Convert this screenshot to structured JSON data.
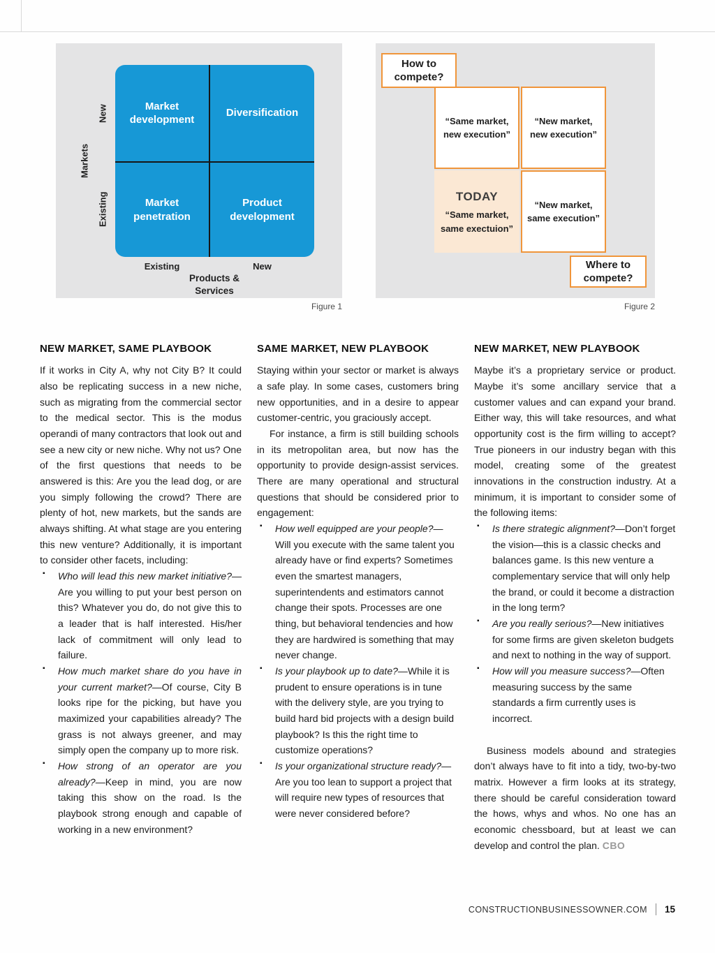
{
  "page": {
    "bullet_glyph": "▪",
    "footer": {
      "site": "CONSTRUCTIONBUSINESSOWNER.COM",
      "page_number": "15"
    }
  },
  "figure1": {
    "caption": "Figure 1",
    "quadrants": {
      "top_left": "Market development",
      "top_right": "Diversification",
      "bottom_left": "Market penetration",
      "bottom_right": "Product development"
    },
    "axis": {
      "y_title": "Markets",
      "y_top": "New",
      "y_bottom": "Existing",
      "x_left": "Existing",
      "x_right": "New",
      "x_title": "Products & Services"
    },
    "colors": {
      "matrix_blue": "#1798d6",
      "panel_gray": "#e4e4e5"
    }
  },
  "figure2": {
    "caption": "Figure 2",
    "how_to_label": "How to compete?",
    "where_to_label": "Where to compete?",
    "cells": {
      "top_left": "“Same market,\nnew execution”",
      "top_right": "“New market,\nnew execution”",
      "bottom_left_title": "TODAY",
      "bottom_left": "“Same market,\nsame exectuion”",
      "bottom_right": "“New market,\nsame execution”"
    },
    "colors": {
      "accent_orange": "#f0953a",
      "today_fill": "#fbe8d4"
    }
  },
  "columns": [
    {
      "heading": "NEW MARKET, SAME PLAYBOOK",
      "paragraphs": [
        "If it works in City A, why not City B? It could also be replicating success in a new niche, such as migrating from the commercial sector to the medical sector. This is the modus operandi of many contractors that look out and see a new city or new niche. Why not us? One of the first questions that needs to be answered is this: Are you the lead dog, or are you simply following the crowd? There are plenty of hot, new markets, but the sands are always shifting. At what stage are you entering this new venture? Additionally, it is important to consider other facets, including:"
      ],
      "bullets": [
        {
          "q": "Who will lead this new market initiative?",
          "rest": "—Are you willing to put your best person on this? Whatever you do, do not give this to a leader that is half interested. His/her lack of commitment will only lead to failure."
        },
        {
          "q": "How much market share do you have in your current market?",
          "rest": "—Of course, City B looks ripe for the picking, but have you maximized your capabilities already? The grass is not always greener, and may simply open the company up to more risk."
        },
        {
          "q": "How strong of an operator are you already?",
          "rest": "—Keep in mind, you are now taking this show on the road. Is the playbook strong enough and capable of working in a new environment?"
        }
      ]
    },
    {
      "heading": "SAME MARKET, NEW PLAYBOOK",
      "paragraphs": [
        "Staying within your sector or market is always a safe play. In some cases, customers bring new opportunities, and in a desire to appear customer-centric, you graciously accept.",
        "For instance, a firm is still building schools in its metropolitan area, but now has the opportunity to provide design-assist services. There are many operational and structural questions that should be considered prior to engagement:"
      ],
      "bullets": [
        {
          "q": "How well equipped are your people?",
          "rest": "—Will you execute with the same talent you already have or find experts? Sometimes even the smartest managers, superintendents and estimators cannot change their spots. Processes are one thing, but behavioral tendencies and how they are hardwired is something that may never change."
        },
        {
          "q": "Is your playbook up to date?",
          "rest": "—While it is prudent to ensure operations is in tune with the delivery style, are you trying to build hard bid projects with a design build playbook? Is this the right time to customize operations?"
        },
        {
          "q": "Is your organizational structure ready?",
          "rest": "—Are you too lean to support a project that will require new types of resources that were never considered before?"
        }
      ]
    },
    {
      "heading": "NEW MARKET, NEW PLAYBOOK",
      "paragraphs": [
        "Maybe it’s a proprietary service or product. Maybe it’s some ancillary service that a customer values and can expand your brand. Either way, this will take resources, and what opportunity cost is the firm willing to accept? True pioneers in our industry began with this model, creating some of the greatest innovations in the construction industry. At a minimum, it is important to consider some of the following items:"
      ],
      "bullets": [
        {
          "q": "Is there strategic alignment?",
          "rest": "—Don’t forget the vision—this is a classic checks and balances game. Is this new venture a complementary service that will only help the brand, or could it become a distraction in the long term?"
        },
        {
          "q": "Are you really serious?",
          "rest": "—New initiatives for some firms are given skeleton budgets and next to nothing in the way of support."
        },
        {
          "q": "How will you measure success?",
          "rest": "—Often measuring success by the same standards a firm currently uses is incorrect."
        }
      ],
      "closing": "Business models abound and strategies don’t always have to fit into a tidy, two-by-two matrix. However a firm looks at its strategy, there should be careful consideration toward the hows, whys and whos. No one has an economic chessboard, but at least we can develop and control the plan."
    }
  ],
  "cbo_tag": "CBO"
}
